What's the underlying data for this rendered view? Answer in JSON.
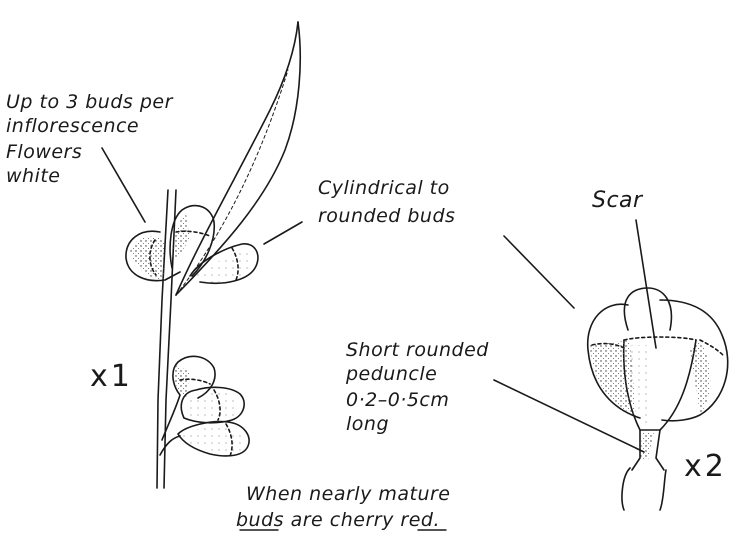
{
  "labels": {
    "buds_per_inflorescence": "Up to 3 buds per",
    "buds_per_inflorescence_2": "inflorescence",
    "flowers": "Flowers",
    "flowers_2": "white",
    "bud_shape": "Cylindrical to",
    "bud_shape_2": "rounded buds",
    "scar": "Scar",
    "peduncle": "Short rounded",
    "peduncle_2": "peduncle",
    "peduncle_3": "0·2–0·5cm",
    "peduncle_4": "long",
    "scale_left": "x1",
    "scale_right": "x2",
    "note_line1": "When nearly mature",
    "note_line2a": "buds are",
    "note_line2b": "cherry",
    "note_line2c": "red",
    "note_dot": "."
  }
}
